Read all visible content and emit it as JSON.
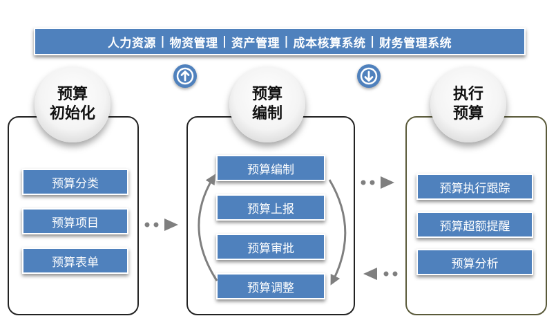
{
  "banner": {
    "items": [
      "人力资源",
      "物资管理",
      "资产管理",
      "成本核算系统",
      "财务管理系统"
    ],
    "separator": " | "
  },
  "icons": {
    "up": "arrow-up-circle-icon",
    "down": "arrow-down-circle-icon"
  },
  "stages": [
    {
      "title_line1": "预算",
      "title_line2": "初始化",
      "items": [
        "预算分类",
        "预算项目",
        "预算表单"
      ]
    },
    {
      "title_line1": "预算",
      "title_line2": "编制",
      "items": [
        "预算编制",
        "预算上报",
        "预算审批",
        "预算调整"
      ]
    },
    {
      "title_line1": "执行",
      "title_line2": "预算",
      "items": [
        "预算执行跟踪",
        "预算超额提醒",
        "预算分析"
      ]
    }
  ],
  "colors": {
    "accent": "#4f81bd",
    "arrow": "#7f7f7f"
  }
}
